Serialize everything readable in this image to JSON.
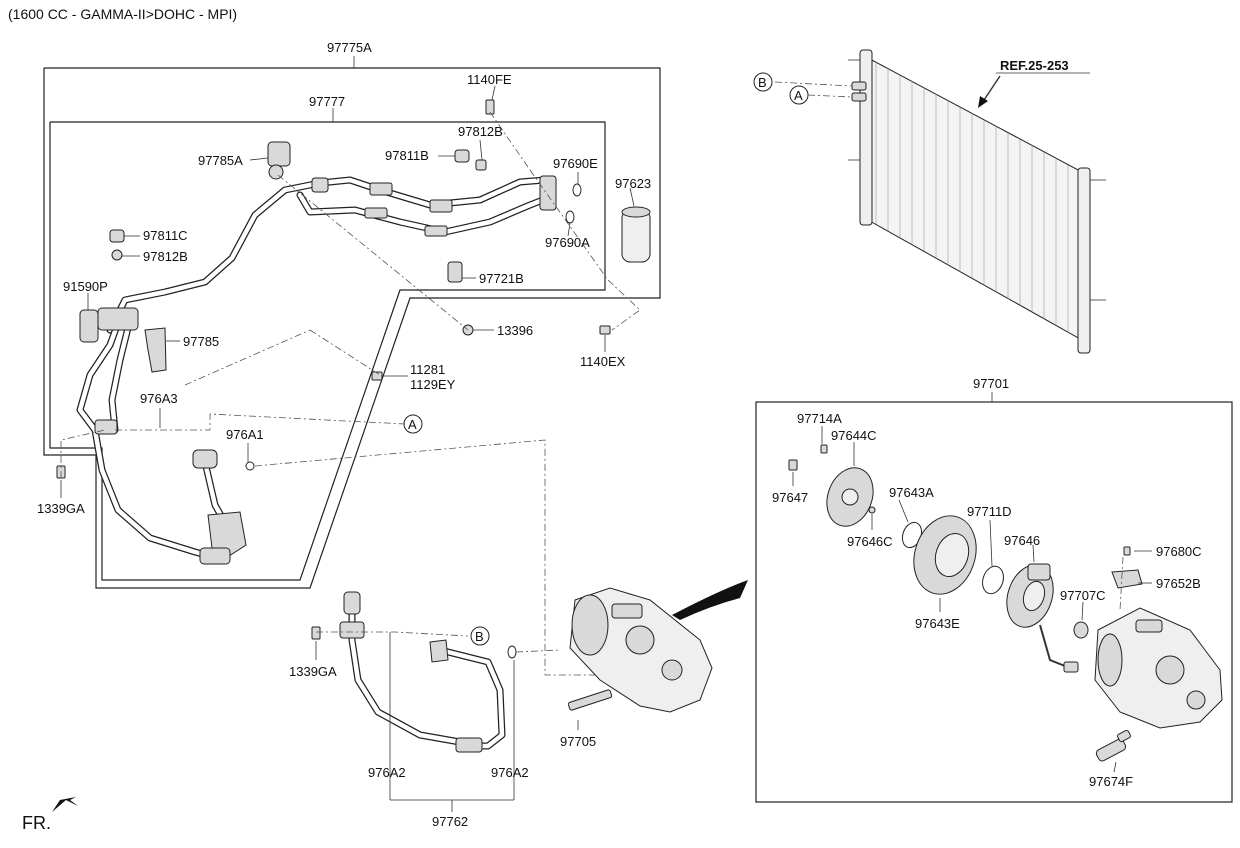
{
  "header": {
    "engine_spec": "(1600 CC - GAMMA-II>DOHC - MPI)"
  },
  "footer": {
    "front_indicator": "FR."
  },
  "reference": {
    "condenser_ref": "REF.25-253"
  },
  "callouts": {
    "a": "A",
    "b": "B"
  },
  "labels": {
    "p97775A": "97775A",
    "p97777": "97777",
    "p1140FE": "1140FE",
    "p97812B_top": "97812B",
    "p97811B": "97811B",
    "p97785A": "97785A",
    "p97690E": "97690E",
    "p97623": "97623",
    "p97690A": "97690A",
    "p97811C": "97811C",
    "p97812B_left": "97812B",
    "p97721B": "97721B",
    "p91590P": "91590P",
    "p13396": "13396",
    "p1140EX": "1140EX",
    "p97785": "97785",
    "p11281": "11281",
    "p1129EY": "1129EY",
    "p976A3": "976A3",
    "p976A1": "976A1",
    "p1339GA_left": "1339GA",
    "p1339GA_bottom": "1339GA",
    "p976A2_left": "976A2",
    "p976A2_right": "976A2",
    "p97762": "97762",
    "p97705": "97705",
    "p97701": "97701",
    "p97714A": "97714A",
    "p97644C": "97644C",
    "p97647": "97647",
    "p97643A": "97643A",
    "p97711D": "97711D",
    "p97646C": "97646C",
    "p97646": "97646",
    "p97680C": "97680C",
    "p97652B": "97652B",
    "p97707C": "97707C",
    "p97643E": "97643E",
    "p97674F": "97674F"
  },
  "icons": {
    "front_arrow": "front-arrow-icon",
    "condenser": "condenser-icon",
    "compressor": "compressor-icon"
  }
}
